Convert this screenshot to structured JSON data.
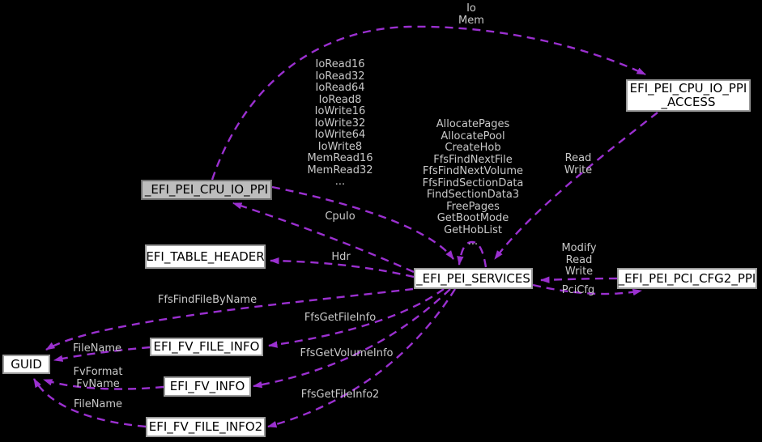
{
  "diagram": {
    "type": "doxygen-collaboration-graph",
    "colors": {
      "background": "#000000",
      "edge": "#9b30d0",
      "edge_label": "#c8c8c8",
      "node_fill": "#ffffff",
      "node_fill_highlight": "#bdbdbd",
      "node_border": "#9a9a9a",
      "node_text": "#000000"
    },
    "nodes": {
      "access": {
        "label": "EFI_PEI_CPU_IO_PPI\n_ACCESS"
      },
      "cpu_io_ppi": {
        "label": "_EFI_PEI_CPU_IO_PPI",
        "highlighted": true
      },
      "table_header": {
        "label": "EFI_TABLE_HEADER"
      },
      "services": {
        "label": "_EFI_PEI_SERVICES"
      },
      "pci_cfg2": {
        "label": "_EFI_PEI_PCI_CFG2_PPI"
      },
      "guid": {
        "label": "GUID"
      },
      "fv_file_info": {
        "label": "EFI_FV_FILE_INFO"
      },
      "fv_info": {
        "label": "EFI_FV_INFO"
      },
      "fv_file_info2": {
        "label": "EFI_FV_FILE_INFO2"
      }
    },
    "edge_labels": {
      "io_mem": "Io\nMem",
      "cpu_io_members": "IoRead16\nIoRead32\nIoRead64\nIoRead8\nIoWrite16\nIoWrite32\nIoWrite64\nIoWrite8\nMemRead16\nMemRead32\n...",
      "cpuio": "CpuIo",
      "services_members": "AllocatePages\nAllocatePool\nCreateHob\nFfsFindNextFile\nFfsFindNextVolume\nFfsFindSectionData\nFindSectionData3\nFreePages\nGetBootMode\nGetHobList\n...",
      "read_write": "Read\nWrite",
      "modify_read_write": "Modify\nRead\nWrite",
      "pcicfg": "PciCfg",
      "hdr": "Hdr",
      "ffs_find_file_by_name": "FfsFindFileByName",
      "ffs_get_file_info": "FfsGetFileInfo",
      "ffs_get_volume_info": "FfsGetVolumeInfo",
      "ffs_get_file_info2": "FfsGetFileInfo2",
      "filename_top": "FileName",
      "fvformat_fvname": "FvFormat\nFvName",
      "filename_bottom": "FileName"
    }
  }
}
